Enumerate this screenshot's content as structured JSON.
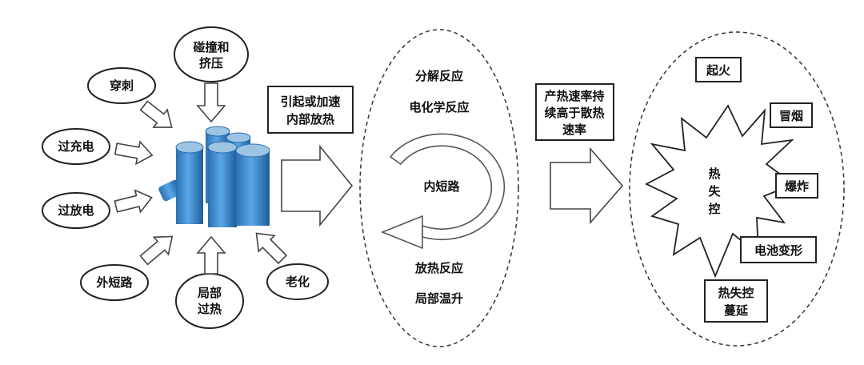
{
  "causes": {
    "puncture": "穿刺",
    "collision_line1": "碰撞和",
    "collision_line2": "挤压",
    "overcharge": "过充电",
    "overdischarge": "过放电",
    "external_short": "外短路",
    "local_overheat_line1": "局部",
    "local_overheat_line2": "过热",
    "aging": "老化"
  },
  "step1": {
    "line1": "引起或加速",
    "line2": "内部放热"
  },
  "middle": {
    "decomposition": "分解反应",
    "electrochemical": "电化学反应",
    "internal_short": "内短路",
    "exothermic": "放热反应",
    "local_temp_rise": "局部温升"
  },
  "step2": {
    "line1": "产热速率持",
    "line2": "续高于散热",
    "line3": "速率"
  },
  "result": {
    "center_line1": "热",
    "center_line2": "失",
    "center_line3": "控",
    "fire": "起火",
    "smoke": "冒烟",
    "explosion": "爆炸",
    "deformation": "电池变形",
    "spread_line1": "热失控",
    "spread_line2": "蔓延"
  },
  "colors": {
    "battery": "#3f8fd6",
    "battery_dark": "#1f5f9e",
    "battery_top": "#9ec4e4"
  }
}
